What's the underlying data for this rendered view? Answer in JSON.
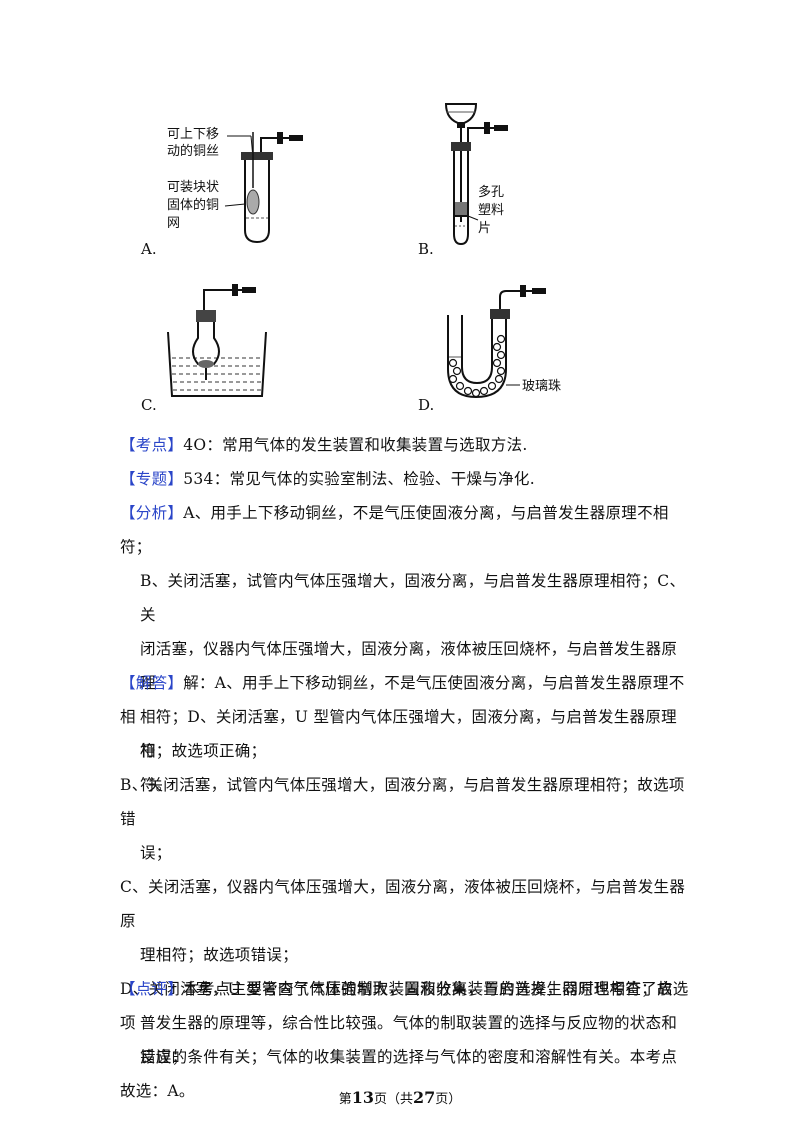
{
  "figures": {
    "A": {
      "option": "A.",
      "label_copper_wire_1": "可上下移",
      "label_copper_wire_2": "动的铜丝",
      "label_mesh_1": "可装块状",
      "label_mesh_2": "固体的铜",
      "label_mesh_3": "网"
    },
    "B": {
      "option": "B.",
      "label_plate_1": "多孔",
      "label_plate_2": "塑料",
      "label_plate_3": "片"
    },
    "C": {
      "option": "C."
    },
    "D": {
      "option": "D.",
      "label_beads": "玻璃珠"
    }
  },
  "kaodian": {
    "tag": "【考点】",
    "text": "4O：常用气体的发生装置和收集装置与选取方法."
  },
  "zhuanti": {
    "tag": "【专题】",
    "text": "534：常见气体的实验室制法、检验、干燥与净化."
  },
  "fenxi": {
    "tag": "【分析】",
    "lines": [
      "A、用手上下移动铜丝，不是气压使固液分离，与启普发生器原理不相符；",
      "B、关闭活塞，试管内气体压强增大，固液分离，与启普发生器原理相符；C、关",
      "闭活塞，仪器内气体压强增大，固液分离，液体被压回烧杯，与启普发生器原理",
      "相符；D、关闭活塞，U 型管内气体压强增大，固液分离，与启普发生器原理相",
      "符。"
    ]
  },
  "jieda": {
    "tag": "【解答】",
    "lines": [
      "解：A、用手上下移动铜丝，不是气压使固液分离，与启普发生器原理不相",
      "符；故选项正确；",
      "B、关闭活塞，试管内气体压强增大，固液分离，与启普发生器原理相符；故选项错",
      "误；",
      "C、关闭活塞，仪器内气体压强增大，固液分离，液体被压回烧杯，与启普发生器原",
      "理相符；故选项错误；",
      "D、关闭活塞，U 型管内气体压强增大，固液分离，与启普发生器原理相符；故选项",
      "错误；",
      "故选：A。"
    ]
  },
  "dianping": {
    "tag": "【点评】",
    "lines": [
      "本考点主要考查了气体的制取装置和收集装置的选择，同时也考查了启",
      "普发生器的原理等，综合性比较强。气体的制取装置的选择与反应物的状态和",
      "反应的条件有关；气体的收集装置的选择与气体的密度和溶解性有关。本考点"
    ]
  },
  "footer": {
    "prefix": "第",
    "page": "13",
    "middle": "页（共",
    "total": "27",
    "suffix": "页）"
  }
}
